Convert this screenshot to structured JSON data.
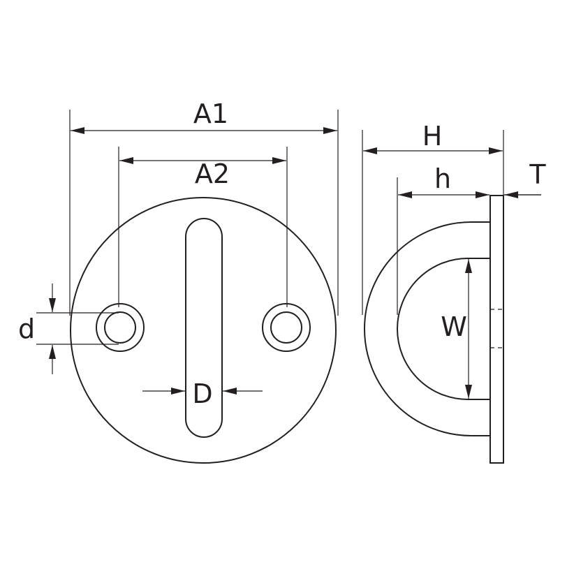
{
  "labels": {
    "A1": "A1",
    "A2": "A2",
    "d": "d",
    "D": "D",
    "H": "H",
    "h": "h",
    "T": "T",
    "W": "W"
  }
}
